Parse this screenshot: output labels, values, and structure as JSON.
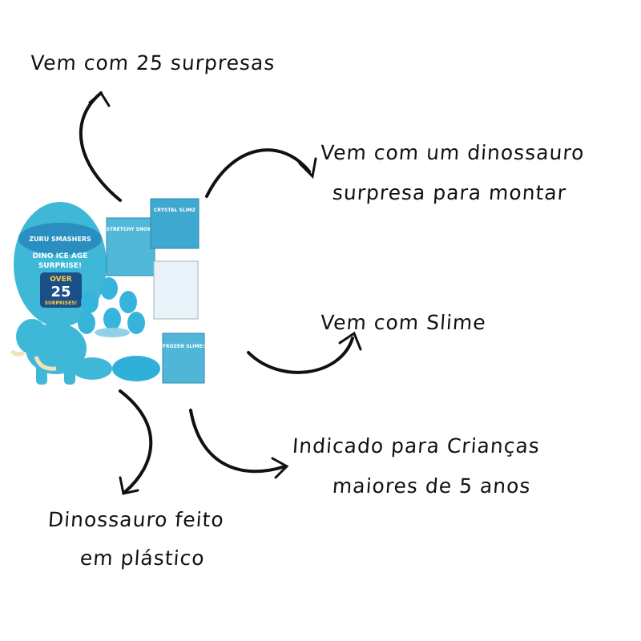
{
  "annotations": {
    "surprises": "Vem com 25 surpresas",
    "dino_line1": "Vem com um dinossauro",
    "dino_line2": "surpresa para montar",
    "slime": "Vem com Slime",
    "age_line1": "Indicado para Crianças",
    "age_line2": "maiores de 5 anos",
    "plastic_line1": "Dinossauro feito",
    "plastic_line2": "em plástico"
  },
  "product": {
    "brand": "ZURU SMASHERS",
    "egg_line1": "DINO ICE AGE",
    "egg_line2": "SURPRISE!",
    "over": "OVER",
    "count": "25",
    "surprises": "SURPRISES!",
    "pack1": "STRETCHY SNOW!",
    "pack2": "CRYSTAL SLIMZ",
    "pack3": "FROZEN SLIME!"
  },
  "colors": {
    "toy_blue": "#3fb8d8",
    "ink": "#111111"
  }
}
